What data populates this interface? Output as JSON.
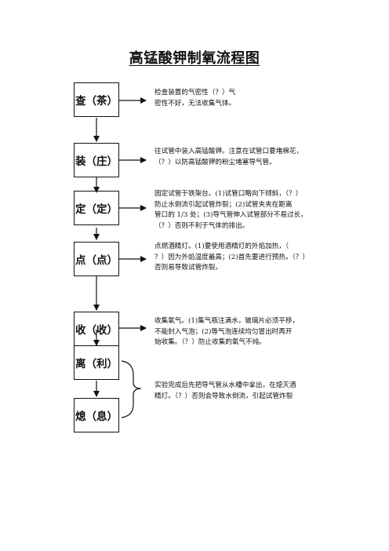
{
  "title": "高锰酸钾制氧流程图",
  "steps": [
    {
      "label": "查（茶）",
      "desc": [
        "检查装置的气密性（？）气",
        "密性不好，无法收集气体。"
      ]
    },
    {
      "label": "装（庄）",
      "desc": [
        "往试管中装入高锰酸钾。注意在试管口要堵棉花，",
        "（？）以防高锰酸钾的粉尘堵塞导气管。"
      ]
    },
    {
      "label": "定（定）",
      "desc": [
        "固定试管于铁架台。(1)试管口略向下倾斜，（？）",
        "防止水倒流引起试管炸裂；(2)试管夹夹在距离",
        "管口的 1/3 处；(3)导气管伸入试管部分不易过长，",
        "（？）否则不利于气体的排出。"
      ]
    },
    {
      "label": "点（点）",
      "desc": [
        "点燃酒精灯。(1)要使用酒精灯的外焰加热，（",
        "？）因为外焰温度最高；(2)首先要进行预热，（？）",
        "否则易导致试管炸裂。"
      ]
    },
    {
      "label": "收（收）",
      "desc": [
        "收集氧气。(1)集气瓶注满水，玻璃片必须平移，",
        "不能封入气泡；(2)等气泡连续均匀冒出时再开",
        "始收集。（？）防止收集的氧气不纯。"
      ]
    },
    {
      "label": "离（利）",
      "desc": []
    },
    {
      "label": "熄（息）",
      "desc": []
    }
  ],
  "shared_note": [
    "实验完成后先把导气管从水槽中拿出，在熄灭酒",
    "精灯。（？）否则会导致水倒流，引起试管炸裂"
  ]
}
